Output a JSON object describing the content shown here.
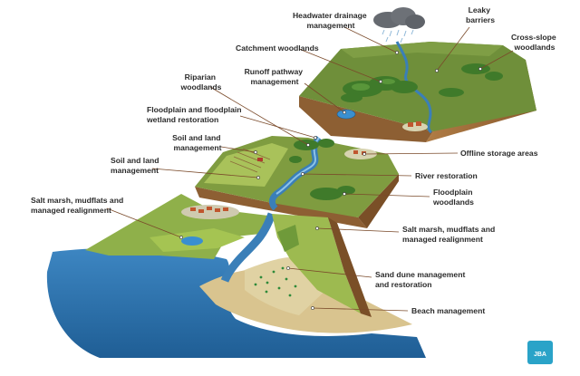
{
  "labels": {
    "headwater": [
      "Headwater drainage",
      "management"
    ],
    "leaky": [
      "Leaky",
      "barriers"
    ],
    "catchment": [
      "Catchment woodlands"
    ],
    "cross_slope": [
      "Cross-slope",
      "woodlands"
    ],
    "riparian": [
      "Riparian",
      "woodlands"
    ],
    "runoff": [
      "Runoff pathway",
      "management"
    ],
    "floodplain_wetland": [
      "Floodplain and floodplain",
      "wetland restoration"
    ],
    "soil_land_1": [
      "Soil and land",
      "management"
    ],
    "soil_land_2": [
      "Soil and land",
      "management"
    ],
    "offline_storage": [
      "Offline storage areas"
    ],
    "river_restoration": [
      "River restoration"
    ],
    "floodplain_woodlands": [
      "Floodplain",
      "woodlands"
    ],
    "salt_marsh_left": [
      "Salt marsh, mudflats and",
      "managed realignment"
    ],
    "salt_marsh_right": [
      "Salt marsh, mudflats and",
      "managed realignment"
    ],
    "sand_dune": [
      "Sand dune management",
      "and restoration"
    ],
    "beach": [
      "Beach management"
    ]
  },
  "logo": {
    "text": "JBA"
  },
  "colors": {
    "grass": "#6f8f3a",
    "grass_light": "#a9c25a",
    "soil": "#a0703f",
    "soil_dark": "#7a4f27",
    "water": "#3a7fb8",
    "sea": "#2f6fa8",
    "sand": "#d9c48f",
    "woodland": "#3f7a2a",
    "cloud": "#666a70",
    "logo": "#2aa3c8"
  }
}
